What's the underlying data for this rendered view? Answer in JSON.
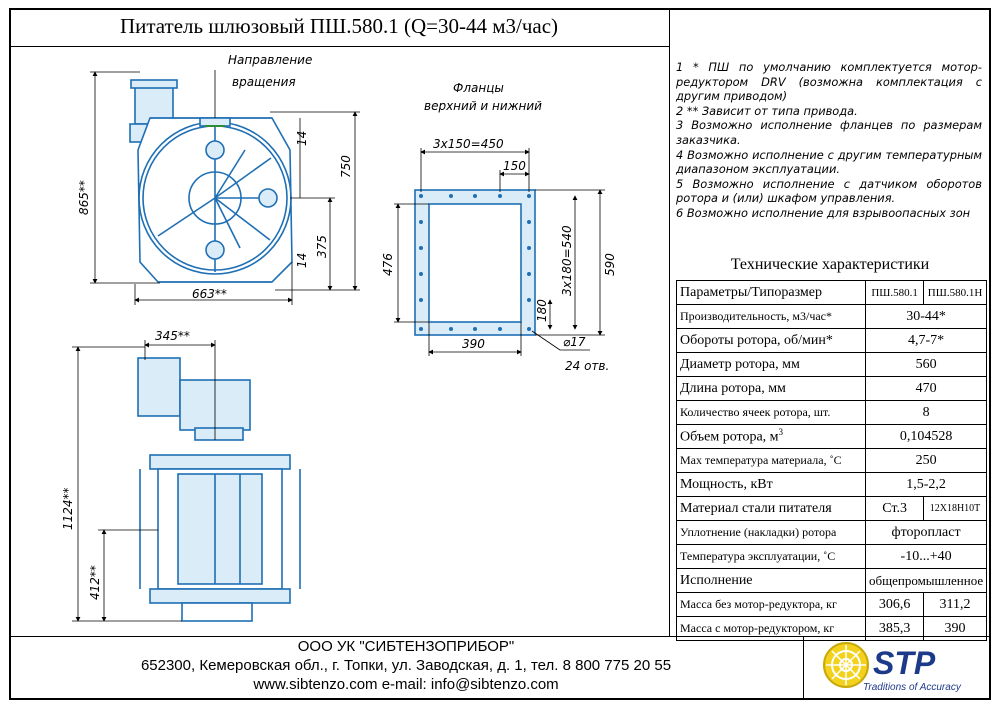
{
  "title": "Питатель шлюзовый ПШ.580.1 (Q=30-44 м3/час)",
  "notes": [
    "1 * ПШ по умолчанию комплектуется мотор-редуктором DRV (возможна комплектация с другим приводом)",
    "2 ** Зависит от типа привода.",
    "3 Возможно исполнение фланцев по размерам заказчика.",
    "4 Возможно исполнение с другим температурным диапазоном эксплуатации.",
    "5 Возможно исполнение с датчиком оборотов ротора и (или) шкафом управления.",
    "6 Возможно исполнение для взрывоопасных зон"
  ],
  "tech_title": "Технические характеристики",
  "table": {
    "header": [
      "Параметры/Типоразмер",
      "ПШ.580.1",
      "ПШ.580.1Н"
    ],
    "rows": [
      {
        "param": "Производительность, м3/час*",
        "value": "30-44*"
      },
      {
        "param": "Обороты ротора, об/мин*",
        "value": "4,7-7*"
      },
      {
        "param": "Диаметр ротора, мм",
        "value": "560"
      },
      {
        "param": "Длина ротора, мм",
        "value": "470"
      },
      {
        "param": "Количество ячеек ротора, шт.",
        "value": "8"
      },
      {
        "param": "Объем ротора, м",
        "sup": "3",
        "value": "0,104528"
      },
      {
        "param": "Мах температура материала, ˚С",
        "value": "250"
      },
      {
        "param": "Мощность, кВт",
        "value": "1,5-2,2"
      },
      {
        "param": "Материал стали питателя",
        "v1": "Ст.3",
        "v2": "12Х18Н10Т"
      },
      {
        "param": "Уплотнение (накладки) ротора",
        "value": "фторопласт"
      },
      {
        "param": "Температура эксплуатации, ˚С",
        "value": "-10...+40"
      },
      {
        "param": "Исполнение",
        "value": "общепромышленное"
      },
      {
        "param": "Масса без мотор-редуктора, кг",
        "v1": "306,6",
        "v2": "311,2"
      },
      {
        "param": "Масса с мотор-редуктором, кг",
        "v1": "385,3",
        "v2": "390"
      }
    ]
  },
  "footer": {
    "company": "ООО УК \"СИБТЕНЗОПРИБОР\"",
    "address": "652300, Кемеровская обл., г. Топки, ул. Заводская, д. 1, тел. 8 800 775 20 55",
    "web": "www.sibtenzo.com e-mail: info@sibtenzo.com",
    "logo": "STP",
    "slogan": "Traditions of Accuracy"
  },
  "drawing": {
    "rotation_label_1": "Направление",
    "rotation_label_2": "вращения",
    "flange_label_1": "Фланцы",
    "flange_label_2": "верхний и нижний",
    "dims": {
      "h865": "865**",
      "h750": "750",
      "h14a": "14",
      "h375": "375",
      "h14b": "14",
      "w663": "663**",
      "w3x150": "3х150=450",
      "w150": "150",
      "h476": "476",
      "h3x180": "3х180=540",
      "h590": "590",
      "h180": "180",
      "w390": "390",
      "d17": "⌀17",
      "holes": "24 отв.",
      "w345": "345**",
      "h1124": "1124**",
      "h412": "412**"
    },
    "colors": {
      "line": "#1f6fb5",
      "fill": "#d9ecf8",
      "dim": "#000000"
    }
  }
}
